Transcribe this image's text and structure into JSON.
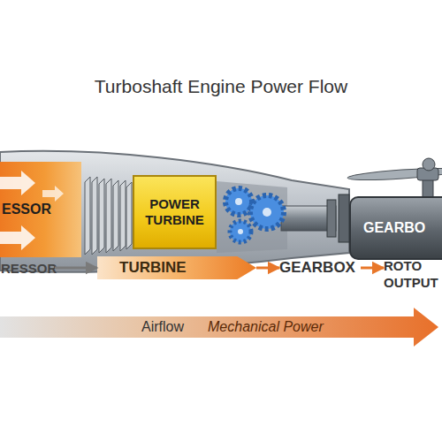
{
  "diagram": {
    "title": "Turboshaft Engine Power Flow",
    "nodes": [
      {
        "text": [
          "ESSOR"
        ]
      },
      {
        "text": [
          "POWER TURBINE"
        ]
      },
      {
        "text": [
          "GEARBO"
        ]
      },
      {
        "text": [
          "RESSOR"
        ]
      },
      {
        "text": [
          "TURBINE"
        ]
      },
      {
        "text": [
          "GEARBOX"
        ]
      },
      {
        "text": [
          "ROTO OUTPUT"
        ]
      }
    ],
    "edges": [
      {
        "from": 3,
        "to": 4,
        "arrow": "to"
      },
      {
        "from": 4,
        "to": 5,
        "arrow": "to"
      },
      {
        "from": 5,
        "to": 6,
        "arrow": "to"
      }
    ],
    "labels": [
      "Airflow",
      "Mechanical Power"
    ]
  }
}
